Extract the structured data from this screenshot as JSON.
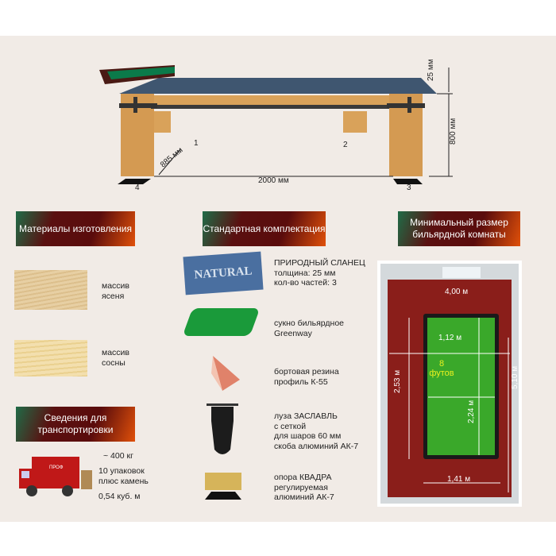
{
  "table": {
    "dim_top": "25 мм",
    "dim_height": "800 мм",
    "dim_width": "885 мм",
    "dim_length": "2000 мм",
    "legs": [
      "1",
      "2",
      "3",
      "4"
    ]
  },
  "materials": {
    "header": "Материалы изготовления",
    "items": [
      {
        "label": "массив ясеня"
      },
      {
        "label": "массив сосны"
      }
    ]
  },
  "transport": {
    "header": "Сведения для транспортировки",
    "weight": "~ 400 кг",
    "packages": "10 упаковок плюс камень",
    "volume": "0,54 куб. м",
    "truck_text": "ПРОФ"
  },
  "kit": {
    "header": "Стандартная комплектация",
    "slate_badge": "NATURAL",
    "items": [
      {
        "lines": [
          "ПРИРОДНЫЙ СЛАНЕЦ",
          "толщина: 25 мм",
          "кол-во частей: 3"
        ]
      },
      {
        "lines": [
          "сукно бильярдное",
          "Greenway"
        ]
      },
      {
        "lines": [
          "бортовая резина",
          "профиль К-55"
        ]
      },
      {
        "lines": [
          "луза ЗАСЛАВЛЬ",
          "с сеткой",
          "для шаров 60 мм",
          "скоба алюминий АК-7"
        ]
      },
      {
        "lines": [
          "опора КВАДРА",
          "регулируемая",
          "алюминий АК-7"
        ]
      }
    ]
  },
  "room": {
    "header": "Минимальный размер бильярдной комнаты",
    "width": "4,00 м",
    "length": "5,10 м",
    "table_width": "1,12 м",
    "table_length": "2,24 м",
    "clear_side": "2,53 м",
    "clear_bottom": "1,41 м",
    "size_num": "8",
    "size_unit": "футов"
  }
}
